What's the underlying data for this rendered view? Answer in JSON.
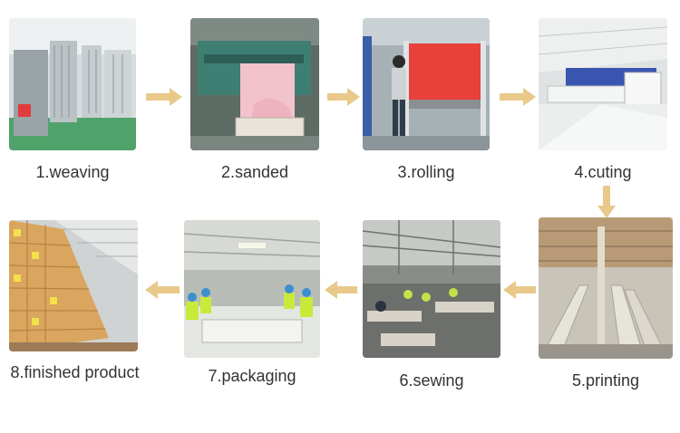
{
  "process": {
    "steps": [
      {
        "label": "1.weaving",
        "photo": "knitting-machines-photo"
      },
      {
        "label": "2.sanded",
        "photo": "sanding-machine-photo"
      },
      {
        "label": "3.rolling",
        "photo": "fabric-rolling-photo"
      },
      {
        "label": "4.cuting",
        "photo": "cutting-machine-photo"
      },
      {
        "label": "5.printing",
        "photo": "printing-tables-photo"
      },
      {
        "label": "6.sewing",
        "photo": "sewing-workshop-photo"
      },
      {
        "label": "7.packaging",
        "photo": "packaging-line-photo"
      },
      {
        "label": "8.finished product",
        "photo": "warehouse-boxes-photo"
      }
    ],
    "arrow_color": "#e8c98a"
  }
}
